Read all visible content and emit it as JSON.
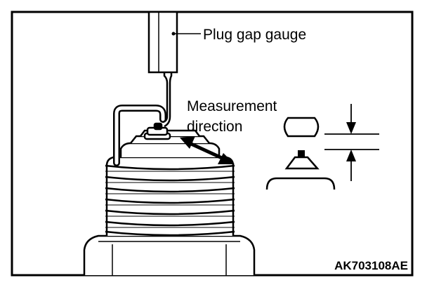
{
  "figure": {
    "labels": {
      "gauge": "Plug gap gauge",
      "direction_line1": "Measurement",
      "direction_line2": "direction",
      "code": "AK703108AE"
    },
    "colors": {
      "ink": "#000000",
      "paper": "#ffffff"
    }
  }
}
